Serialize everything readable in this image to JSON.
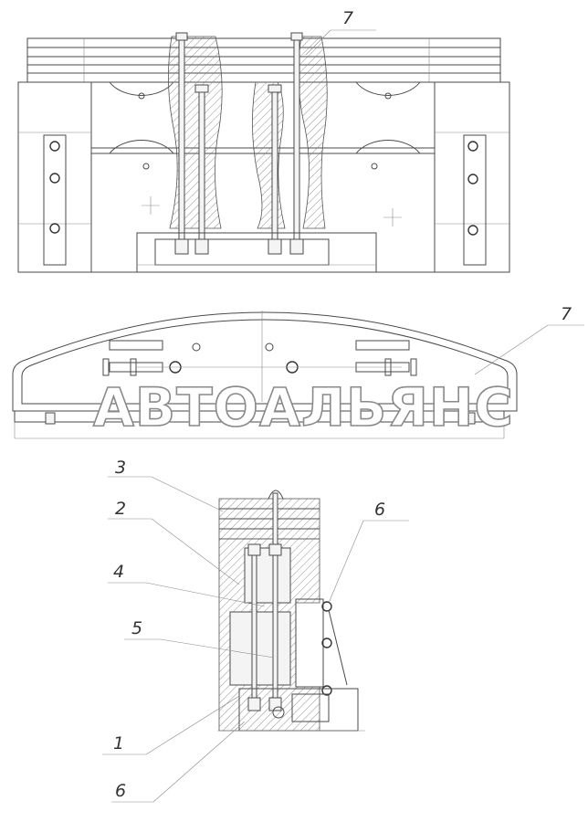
{
  "watermark": "АВТОАЛЬЯНС",
  "callouts": {
    "top_view_7": "7",
    "arch_view_7": "7",
    "side_3": "3",
    "side_2": "2",
    "side_4": "4",
    "side_5": "5",
    "side_1": "1",
    "side_6_upper": "6",
    "side_6_lower": "6"
  }
}
